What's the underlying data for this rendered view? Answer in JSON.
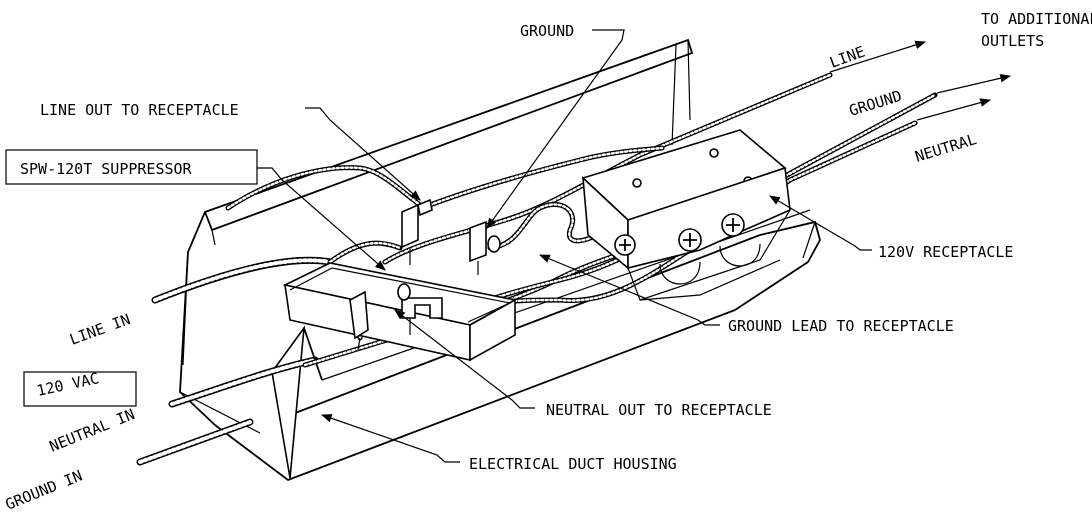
{
  "labels": {
    "to_additional_outlets_1": "TO ADDITIONAL",
    "to_additional_outlets_2": "OUTLETS",
    "ground_top": "GROUND",
    "line_right": "LINE",
    "ground_right": "GROUND",
    "neutral_right": "NEUTRAL",
    "line_out_to_receptacle": "LINE OUT TO RECEPTACLE",
    "suppressor": "SPW-120T SUPPRESSOR",
    "receptacle_120v": "120V RECEPTACLE",
    "ground_lead_to_receptacle": "GROUND LEAD TO RECEPTACLE",
    "line_in": "LINE IN",
    "vac_120": "120 VAC",
    "neutral_in": "NEUTRAL IN",
    "neutral_out_to_receptacle": "NEUTRAL OUT TO RECEPTACLE",
    "ground_in": "GROUND IN",
    "electrical_duct_housing": "ELECTRICAL DUCT HOUSING"
  }
}
